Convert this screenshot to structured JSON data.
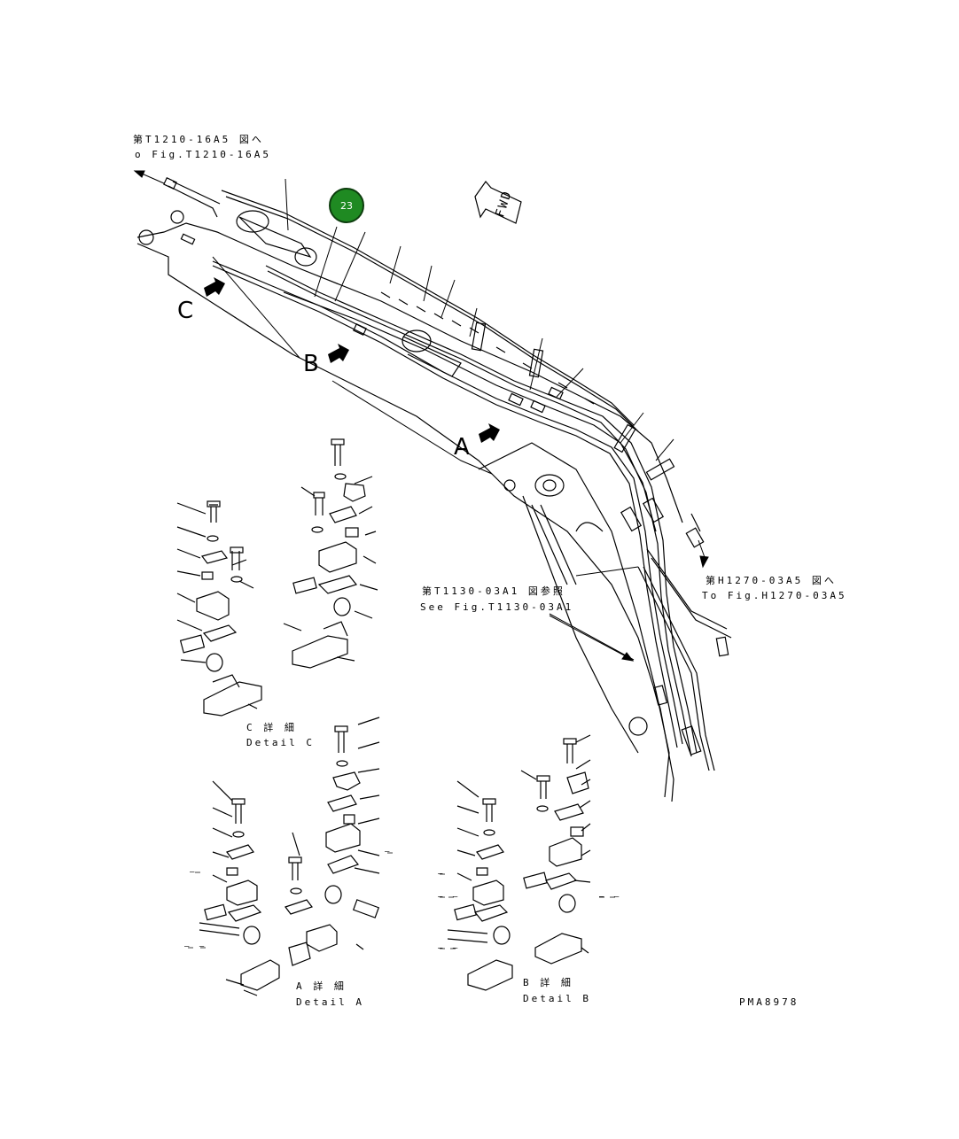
{
  "refs": {
    "top_jp": "第T1210-16A5 図へ",
    "top_en": "o Fig.T1210-16A5",
    "right_jp": "第H1270-03A5 図へ",
    "right_en": "To Fig.H1270-03A5",
    "mid_jp": "第T1130-03A1 図参照",
    "mid_en": "See Fig.T1130-03A1"
  },
  "fwd": "FWD",
  "views": {
    "a": "A",
    "b": "B",
    "c": "C"
  },
  "details": {
    "c_jp": "C 詳 細",
    "c_en": "Detail C",
    "a_jp": "A 詳 細",
    "a_en": "Detail A",
    "b_jp": "B 詳 細",
    "b_en": "Detail B"
  },
  "callout": "23",
  "drawing_no": "PMA8978",
  "dashes": {
    "d1": "–",
    "d2": "– –"
  }
}
